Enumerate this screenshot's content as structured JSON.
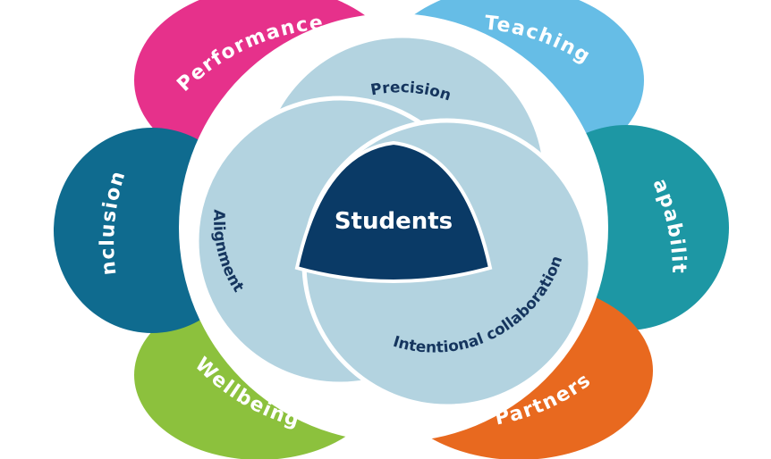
{
  "center": {
    "label": "Students",
    "color": "#0a3a66"
  },
  "rings": [
    {
      "id": "precision",
      "label": "Precision"
    },
    {
      "id": "alignment",
      "label": "Alignment"
    },
    {
      "id": "intentional-collaboration",
      "label": "Intentional collaboration"
    }
  ],
  "ring_colors": {
    "fill": "#b3d3e0",
    "stroke": "#ffffff",
    "text": "#15355e"
  },
  "petals": [
    {
      "id": "performance",
      "label": "Performance",
      "color": "#e6318b"
    },
    {
      "id": "teaching",
      "label": "Teaching",
      "color": "#66bde6"
    },
    {
      "id": "capability",
      "label": "Capability",
      "color": "#1d97a4"
    },
    {
      "id": "partners",
      "label": "Partners",
      "color": "#e8691f"
    },
    {
      "id": "wellbeing",
      "label": "Wellbeing",
      "color": "#8cc13d"
    },
    {
      "id": "inclusion",
      "label": "Inclusion",
      "color": "#0f6b8f"
    }
  ]
}
